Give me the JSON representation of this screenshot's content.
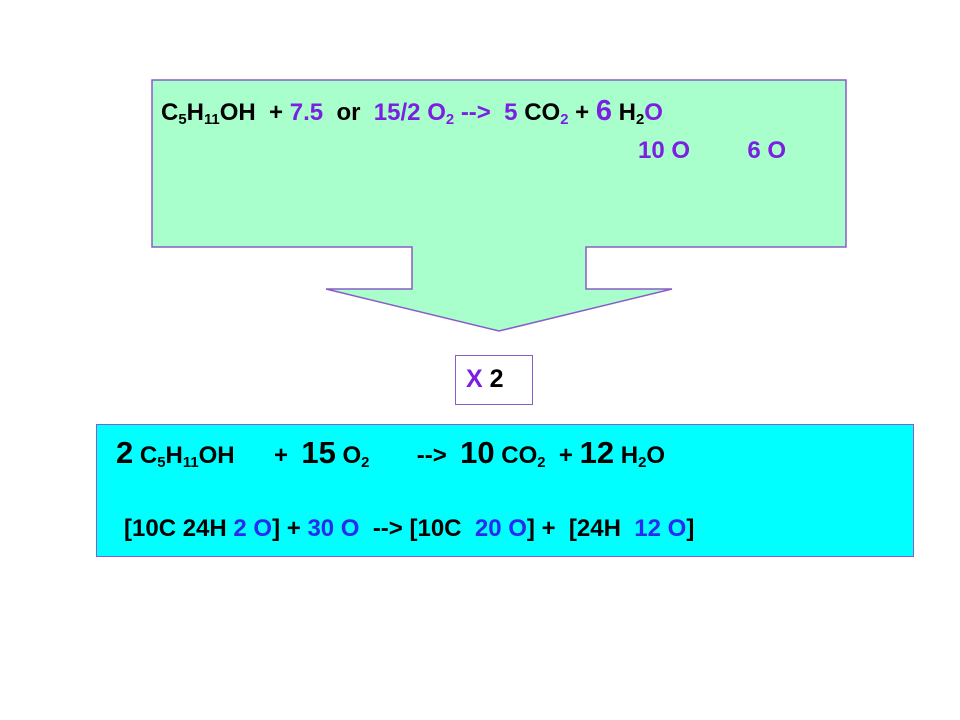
{
  "colors": {
    "top_box_fill": "#a8ffcc",
    "bottom_box_fill": "#00ffff",
    "border": "#8a5cc8",
    "purple_text": "#7b1fe0",
    "blue_text": "#2a2af0"
  },
  "top_equation": {
    "reactant1": "C",
    "r1_sub1": "5",
    "r1_h": "H",
    "r1_sub2": "11",
    "r1_oh": "OH",
    "plus1": "+",
    "coef_o2_a": "7.5",
    "or": "or",
    "coef_o2_b": "15/2",
    "o2": "O",
    "o2_sub": "2",
    "arrow": "-->",
    "coef_co2": "5",
    "co2": "CO",
    "co2_sub": "2",
    "plus2": "+",
    "coef_h2o": "6",
    "h2o_h": "H",
    "h2o_sub": "2",
    "h2o_o": "O"
  },
  "top_counts": {
    "co2_oxygens": "10 O",
    "h2o_oxygens": "6 O"
  },
  "multiplier": {
    "x": "X",
    "factor": "2"
  },
  "bottom_equation": {
    "coef_fuel": "2",
    "fuel_c": "C",
    "fuel_sub1": "5",
    "fuel_h": "H",
    "fuel_sub2": "11",
    "fuel_oh": "OH",
    "plus1": "+",
    "coef_o2": "15",
    "o2": "O",
    "o2_sub": "2",
    "arrow": "-->",
    "coef_co2": "10",
    "co2": "CO",
    "co2_sub": "2",
    "plus2": "+",
    "coef_h2o": "12",
    "h2o_h": "H",
    "h2o_sub": "2",
    "h2o_o": "O"
  },
  "atom_counts": {
    "fuel_open": "[10C  24H",
    "fuel_o": "2 O",
    "fuel_close": "]",
    "plus1": "+",
    "oxygen": "30 O",
    "arrow": "-->",
    "co2_open": "[10C",
    "co2_o": "20 O",
    "co2_close": "]",
    "plus2": "+",
    "h2o_open": "[24H",
    "h2o_o": "12 O",
    "h2o_close": "]"
  }
}
